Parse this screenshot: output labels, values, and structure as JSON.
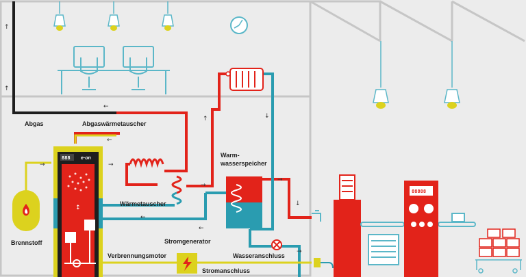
{
  "labels": {
    "abgas": "Abgas",
    "abgaswaermetauscher": "Abgaswärmetauscher",
    "waermetauscher": "Wärmetauscher",
    "warm_line1": "Warm-",
    "warm_line2": "wasserspeicher",
    "brennstoff": "Brennstoff",
    "stromgenerator": "Stromgenerator",
    "verbrennungsmotor": "Verbrennungsmotor",
    "wasseranschluss": "Wasseranschluss",
    "stromanschluss": "Stromanschluss"
  },
  "unit": {
    "display": "888",
    "brand": "e·on"
  },
  "machine": {
    "display": "88888"
  },
  "arrows": {
    "up": "↑",
    "down": "↓",
    "left": "←",
    "right": "→",
    "updown": "↕"
  },
  "colors": {
    "red": "#e2231a",
    "teal": "#2a9cb0",
    "yellow": "#dcd21e",
    "exhaust": "#1e1e1e",
    "line": "#5bb7c8",
    "wall": "#c6c6c6",
    "machine": "#e2231a"
  }
}
